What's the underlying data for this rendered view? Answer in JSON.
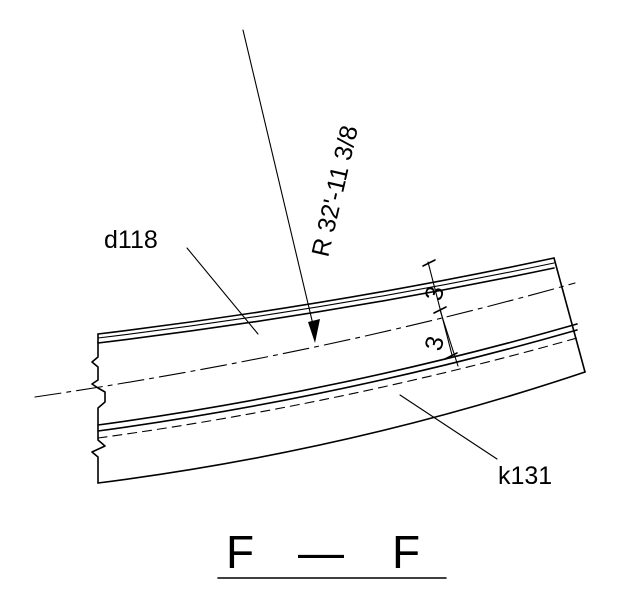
{
  "labels": {
    "radius": "R 32'-11 3/8",
    "part_top": "d118",
    "part_bottom": "k131",
    "dim_upper": "3",
    "dim_lower": "3",
    "section_left": "F",
    "section_dash": "—",
    "section_right": "F"
  }
}
